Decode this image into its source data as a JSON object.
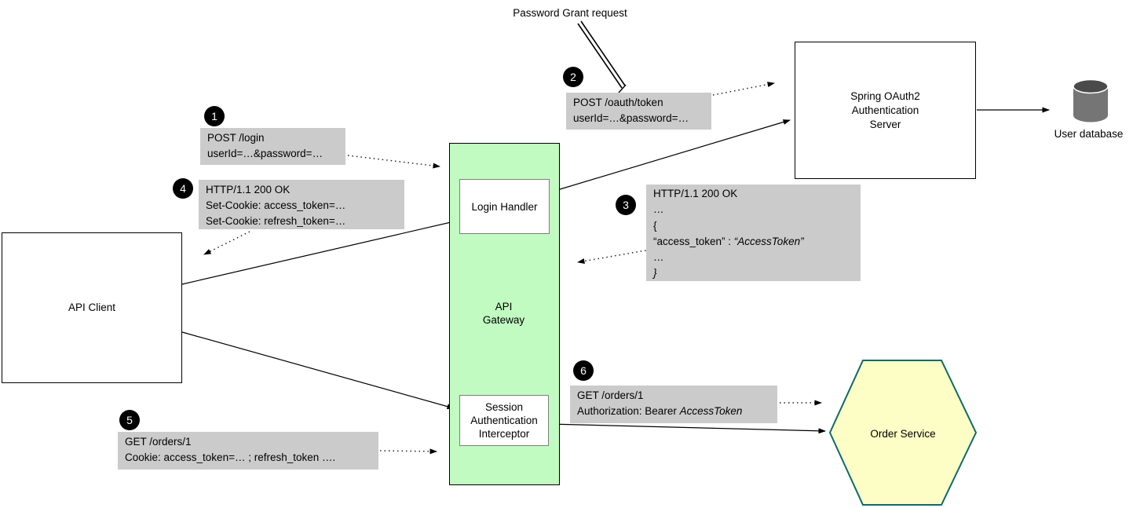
{
  "annotation": {
    "password_grant": "Password Grant request"
  },
  "nodes": {
    "api_client": "API Client",
    "api_gateway_line1": "API",
    "api_gateway_line2": "Gateway",
    "login_handler": "Login Handler",
    "interceptor_line1": "Session",
    "interceptor_line2": "Authentication",
    "interceptor_line3": "Interceptor",
    "oauth_server_line1": "Spring OAuth2",
    "oauth_server_line2": "Authentication",
    "oauth_server_line3": "Server",
    "user_database": "User database",
    "order_service": "Order Service"
  },
  "steps": {
    "s1": {
      "badge": "1",
      "line1": "POST /login",
      "line2": "userId=…&password=…"
    },
    "s2": {
      "badge": "2",
      "line1": "POST /oauth/token",
      "line2": "userId=…&password=…"
    },
    "s3": {
      "badge": "3",
      "line1": "HTTP/1.1 200 OK",
      "line2": "…",
      "line3": "{",
      "line4_prefix": "“access_token” :  ",
      "line4_italic": "“AccessToken”",
      "line5": "…",
      "line6": "}"
    },
    "s4": {
      "badge": "4",
      "line1": "HTTP/1.1 200 OK",
      "line2": "Set-Cookie: access_token=…",
      "line3": "Set-Cookie: refresh_token=…"
    },
    "s5": {
      "badge": "5",
      "line1": "GET /orders/1",
      "line2": "Cookie: access_token=… ; refresh_token …."
    },
    "s6": {
      "badge": "6",
      "line1": "GET /orders/1",
      "line2_prefix": "Authorization: Bearer ",
      "line2_italic": "AccessToken"
    }
  },
  "colors": {
    "gateway_fill": "#c1fbc1",
    "hexagon_fill": "#fdfdc6",
    "hexagon_border": "#0c6a6a",
    "step_box_fill": "#cbcbcb",
    "badge_fill": "#000000",
    "badge_text": "#ffffff",
    "database_body": "#757575",
    "database_top": "#4a4a4a"
  }
}
